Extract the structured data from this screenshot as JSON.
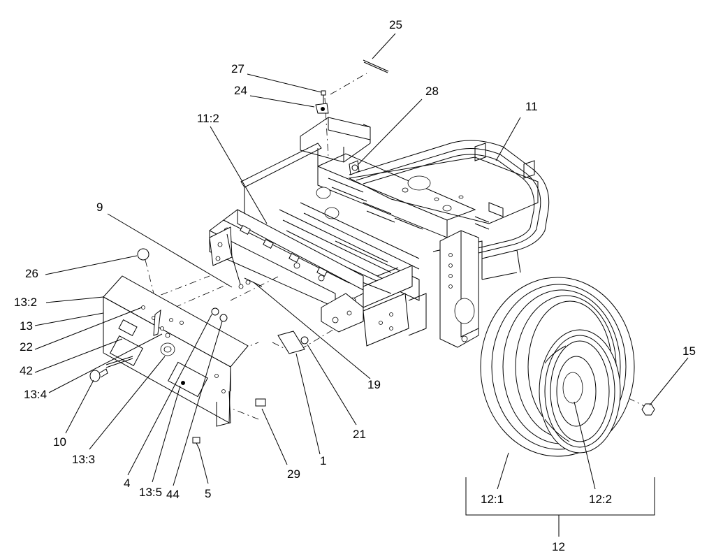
{
  "callouts": {
    "c25": "25",
    "c27": "27",
    "c24": "24",
    "c28": "28",
    "c11": "11",
    "c11_2": "11:2",
    "c9": "9",
    "c26": "26",
    "c13_2": "13:2",
    "c13": "13",
    "c22": "22",
    "c42": "42",
    "c13_4": "13:4",
    "c10": "10",
    "c13_3": "13:3",
    "c4": "4",
    "c13_5": "13:5",
    "c44": "44",
    "c5": "5",
    "c29": "29",
    "c1": "1",
    "c21": "21",
    "c19": "19",
    "c15": "15",
    "c12_1": "12:1",
    "c12_2": "12:2",
    "c12": "12"
  }
}
